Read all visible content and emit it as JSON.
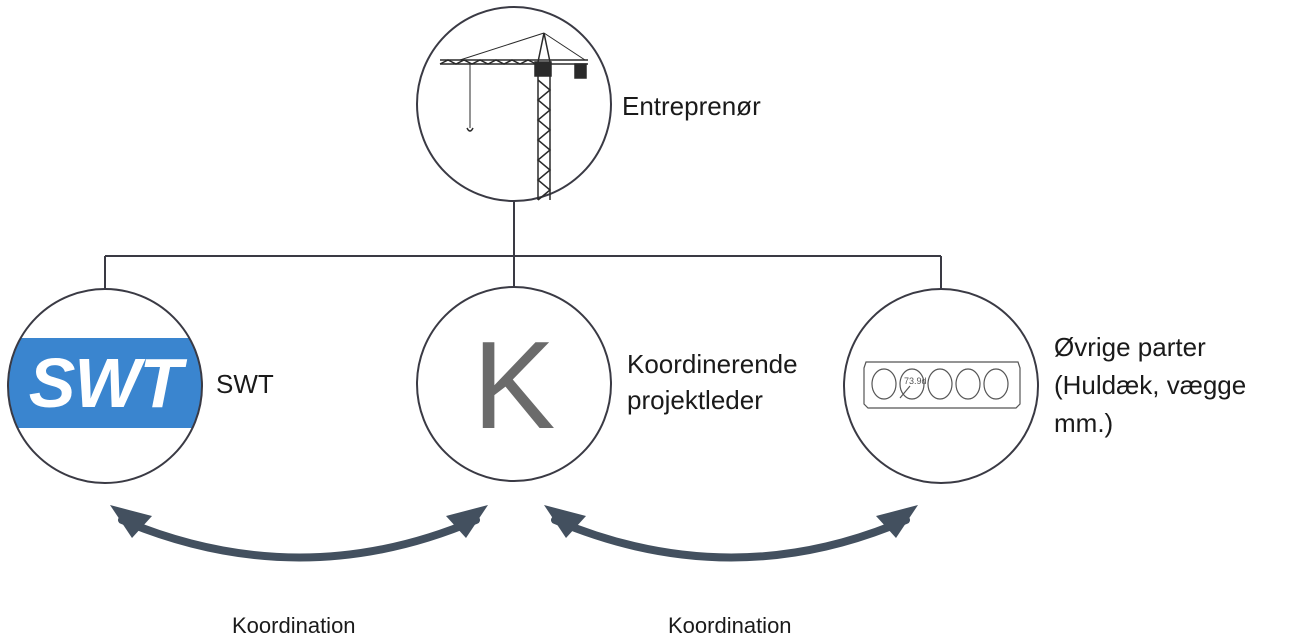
{
  "nodes": {
    "top": {
      "label": "Entreprenør",
      "icon": "tower-crane-icon"
    },
    "left": {
      "label": "SWT",
      "logo_text": "SWT",
      "icon": "swt-logo-icon",
      "logo_color": "#3a85cf"
    },
    "middle": {
      "label_lines": [
        "Koordinerende",
        "projektleder"
      ],
      "letter": "K",
      "icon": "letter-k-icon"
    },
    "right": {
      "label_lines": [
        "Øvrige parter",
        "(Huldæk, vægge",
        "mm.)"
      ],
      "icon": "hollowcore-slab-icon",
      "slab_mark": "73.9d"
    }
  },
  "arrows": [
    {
      "label": "Koordination",
      "icon": "double-arrow-icon"
    },
    {
      "label": "Koordination",
      "icon": "double-arrow-icon"
    }
  ],
  "colors": {
    "circle_stroke": "#3a3a44",
    "arrow": "#43505f",
    "text": "#1a1a1a"
  }
}
